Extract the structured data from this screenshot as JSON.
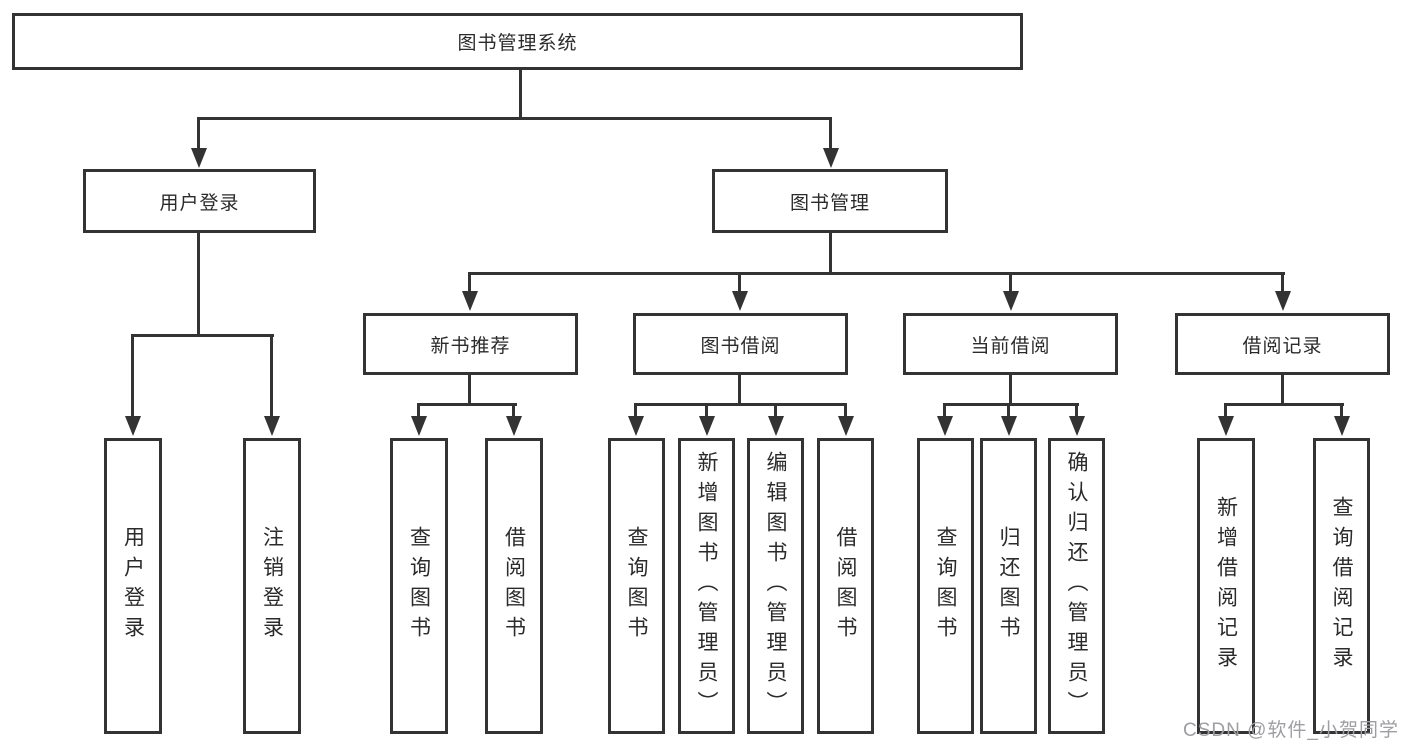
{
  "diagram": {
    "root": {
      "label": "图书管理系统"
    },
    "branches": [
      {
        "label": "用户登录",
        "children": [
          {
            "label": "用户登录"
          },
          {
            "label": "注销登录"
          }
        ]
      },
      {
        "label": "图书管理",
        "sections": [
          {
            "label": "新书推荐",
            "children": [
              {
                "label": "查询图书"
              },
              {
                "label": "借阅图书"
              }
            ]
          },
          {
            "label": "图书借阅",
            "children": [
              {
                "label": "查询图书"
              },
              {
                "label": "新增图书（管理员）"
              },
              {
                "label": "编辑图书（管理员）"
              },
              {
                "label": "借阅图书"
              }
            ]
          },
          {
            "label": "当前借阅",
            "children": [
              {
                "label": "查询图书"
              },
              {
                "label": "归还图书"
              },
              {
                "label": "确认归还（管理员）"
              }
            ]
          },
          {
            "label": "借阅记录",
            "children": [
              {
                "label": "新增借阅记录"
              },
              {
                "label": "查询借阅记录"
              }
            ]
          }
        ]
      }
    ]
  },
  "watermark": {
    "text": "CSDN @软件_小贺同学"
  },
  "colors": {
    "line": "#333333",
    "text": "#2b2b2b",
    "background": "#ffffff",
    "watermark": "#9e9ea3"
  }
}
